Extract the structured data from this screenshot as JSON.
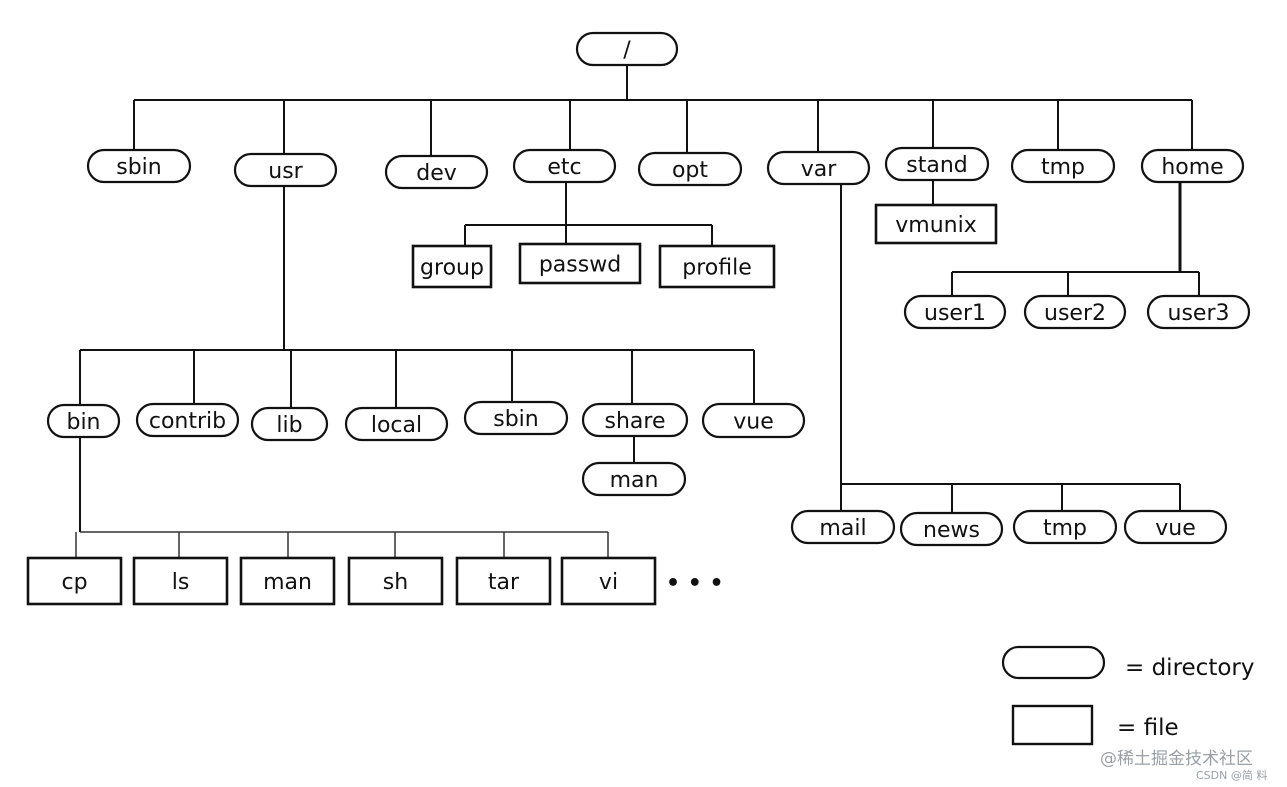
{
  "nodes": {
    "root": "/",
    "sbin": "sbin",
    "usr": "usr",
    "dev": "dev",
    "etc": "etc",
    "opt": "opt",
    "var": "var",
    "stand": "stand",
    "tmp": "tmp",
    "home": "home",
    "vmunix": "vmunix",
    "group": "group",
    "passwd": "passwd",
    "profile": "profile",
    "user1": "user1",
    "user2": "user2",
    "user3": "user3",
    "usr_bin": "bin",
    "usr_contrib": "contrib",
    "usr_lib": "lib",
    "usr_local": "local",
    "usr_sbin": "sbin",
    "usr_share": "share",
    "usr_vue": "vue",
    "share_man": "man",
    "var_mail": "mail",
    "var_news": "news",
    "var_tmp": "tmp",
    "var_vue": "vue",
    "bin_cp": "cp",
    "bin_ls": "ls",
    "bin_man": "man",
    "bin_sh": "sh",
    "bin_tar": "tar",
    "bin_vi": "vi"
  },
  "ellipsis": "• • •",
  "legend": {
    "directory": "= directory",
    "file": "= file"
  },
  "watermark": {
    "line1": "@稀土掘金技术社区",
    "line2": "CSDN @简 料"
  }
}
